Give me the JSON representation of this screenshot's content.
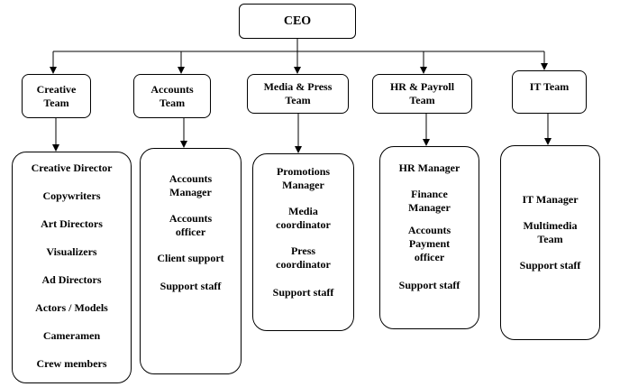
{
  "ceo": {
    "label": "CEO"
  },
  "teams": [
    {
      "name": "Creative Team",
      "members": [
        "Creative Director",
        "Copywriters",
        "Art Directors",
        "Visualizers",
        "Ad Directors",
        "Actors / Models",
        "Cameramen",
        "Crew members"
      ]
    },
    {
      "name": "Accounts Team",
      "members": [
        "Accounts Manager",
        "Accounts officer",
        "Client support",
        "Support staff"
      ]
    },
    {
      "name": "Media & Press Team",
      "members": [
        "Promotions Manager",
        "Media coordinator",
        "Press coordinator",
        "Support staff"
      ]
    },
    {
      "name": "HR & Payroll Team",
      "members": [
        "HR Manager",
        "Finance Manager",
        "Accounts Payment officer",
        "Support staff"
      ]
    },
    {
      "name": "IT Team",
      "members": [
        "IT Manager",
        "Multimedia Team",
        "Support staff"
      ]
    }
  ]
}
